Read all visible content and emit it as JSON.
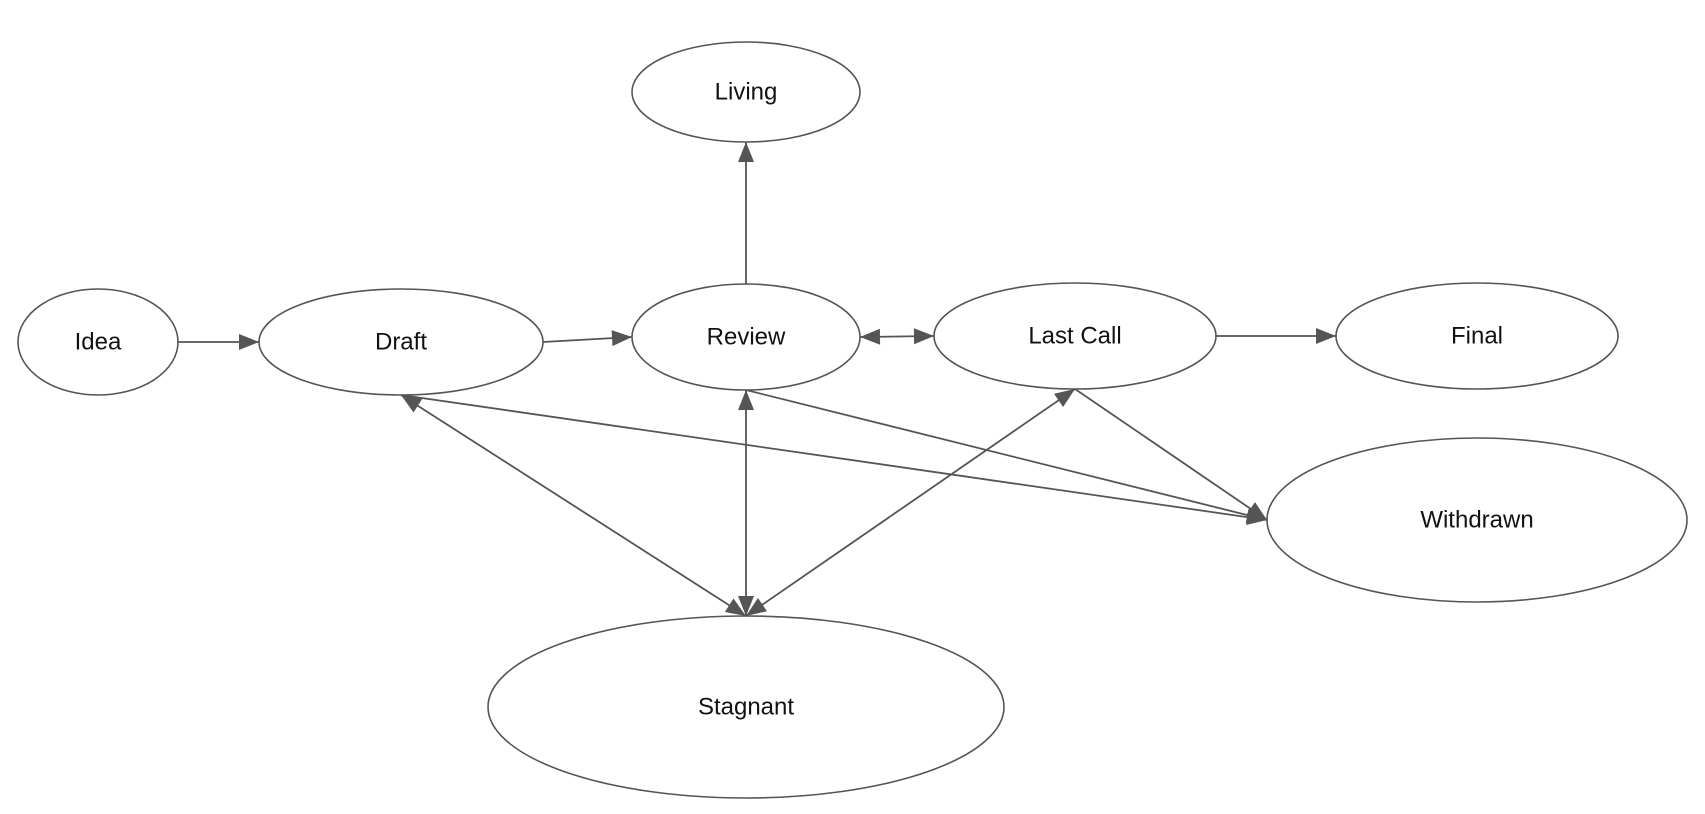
{
  "nodes": [
    {
      "id": "idea",
      "label": "Idea"
    },
    {
      "id": "draft",
      "label": "Draft"
    },
    {
      "id": "review",
      "label": "Review"
    },
    {
      "id": "living",
      "label": "Living"
    },
    {
      "id": "lastcall",
      "label": "Last Call"
    },
    {
      "id": "final",
      "label": "Final"
    },
    {
      "id": "withdrawn",
      "label": "Withdrawn"
    },
    {
      "id": "stagnant",
      "label": "Stagnant"
    }
  ],
  "edges": [
    {
      "from": "idea",
      "to": "draft",
      "bidirectional": false
    },
    {
      "from": "draft",
      "to": "review",
      "bidirectional": false
    },
    {
      "from": "review",
      "to": "living",
      "bidirectional": false
    },
    {
      "from": "review",
      "to": "lastcall",
      "bidirectional": true
    },
    {
      "from": "lastcall",
      "to": "final",
      "bidirectional": false
    },
    {
      "from": "draft",
      "to": "stagnant",
      "bidirectional": true
    },
    {
      "from": "review",
      "to": "stagnant",
      "bidirectional": true
    },
    {
      "from": "lastcall",
      "to": "stagnant",
      "bidirectional": true
    },
    {
      "from": "draft",
      "to": "withdrawn",
      "bidirectional": false
    },
    {
      "from": "review",
      "to": "withdrawn",
      "bidirectional": false
    },
    {
      "from": "lastcall",
      "to": "withdrawn",
      "bidirectional": false
    }
  ],
  "colors": {
    "stroke": "#555555",
    "text": "#111111",
    "background": "#ffffff"
  }
}
